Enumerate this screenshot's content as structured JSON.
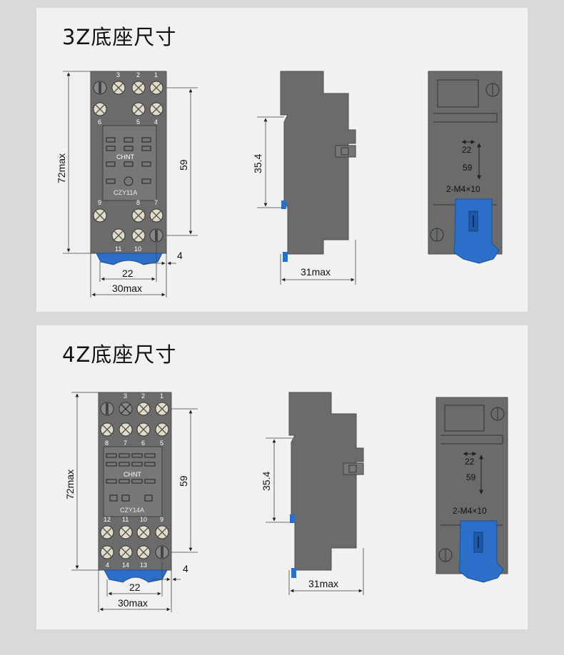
{
  "panels": [
    {
      "title": "3Z底座尺寸",
      "model": "CZY11A",
      "brand": "CHNT",
      "top_terminals": [
        "3",
        "2",
        "1"
      ],
      "upper_terminals": [
        "6",
        "5",
        "4"
      ],
      "lower_terminals": [
        "9",
        "8",
        "7"
      ],
      "bottom_terminals": [
        "11",
        "10"
      ],
      "dims": {
        "height": "72max",
        "hole_pitch": "59",
        "width": "30max",
        "mount": "22",
        "edge": "4",
        "rail": "35.4",
        "depth": "31max"
      },
      "mount_note": {
        "a": "22",
        "b": "59",
        "screws": "2-M4×10"
      }
    },
    {
      "title": "4Z底座尺寸",
      "model": "CZY14A",
      "brand": "CHNT",
      "top_terminals": [
        "3",
        "2",
        "1"
      ],
      "upper_terminals": [
        "8",
        "7",
        "6",
        "5"
      ],
      "lower_terminals": [
        "12",
        "11",
        "10",
        "9"
      ],
      "bottom_terminals": [
        "4",
        "14",
        "13"
      ],
      "dims": {
        "height": "72max",
        "hole_pitch": "59",
        "width": "30max",
        "mount": "22",
        "edge": "4",
        "rail": "35.4",
        "depth": "31max"
      },
      "mount_note": {
        "a": "22",
        "b": "59",
        "screws": "2-M4×10"
      }
    }
  ],
  "colors": {
    "body": "#6b6b6b",
    "body_dark": "#555555",
    "clip_blue": "#2b6fc9",
    "panel_bg": "#f1f1f1",
    "page_bg": "#d9d9d9"
  }
}
